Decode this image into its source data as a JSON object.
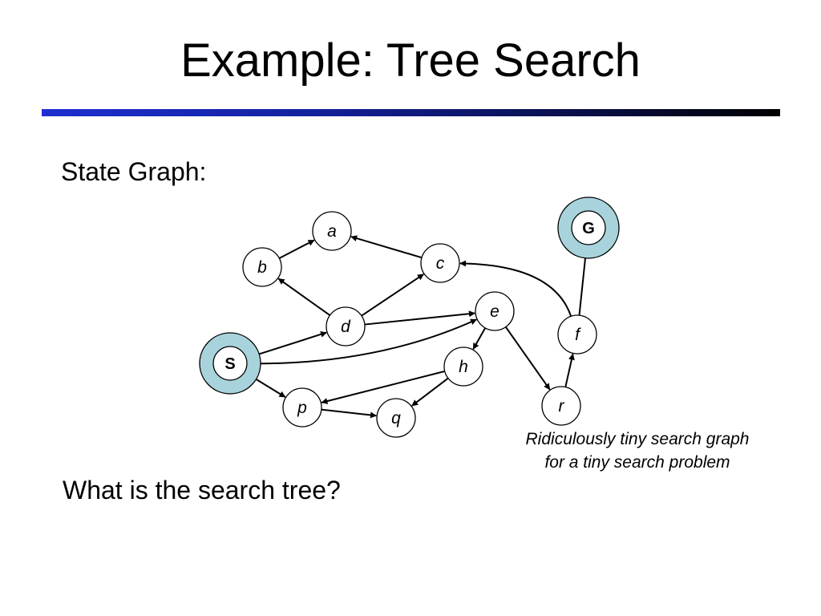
{
  "slide": {
    "title": "Example: Tree Search",
    "subheading": "State Graph:",
    "question": "What is the search tree?",
    "caption": [
      "Ridiculously tiny search graph",
      "for a tiny search problem"
    ]
  },
  "graph": {
    "nodes": [
      {
        "id": "S",
        "label": "S",
        "start": true
      },
      {
        "id": "G",
        "label": "G",
        "goal": true
      },
      {
        "id": "a",
        "label": "a"
      },
      {
        "id": "b",
        "label": "b"
      },
      {
        "id": "c",
        "label": "c"
      },
      {
        "id": "d",
        "label": "d"
      },
      {
        "id": "e",
        "label": "e"
      },
      {
        "id": "f",
        "label": "f"
      },
      {
        "id": "h",
        "label": "h"
      },
      {
        "id": "p",
        "label": "p"
      },
      {
        "id": "q",
        "label": "q"
      },
      {
        "id": "r",
        "label": "r"
      }
    ],
    "edges": [
      {
        "from": "b",
        "to": "a"
      },
      {
        "from": "c",
        "to": "a"
      },
      {
        "from": "d",
        "to": "b"
      },
      {
        "from": "d",
        "to": "c"
      },
      {
        "from": "d",
        "to": "e"
      },
      {
        "from": "S",
        "to": "d"
      },
      {
        "from": "S",
        "to": "e"
      },
      {
        "from": "S",
        "to": "p"
      },
      {
        "from": "e",
        "to": "h"
      },
      {
        "from": "e",
        "to": "r"
      },
      {
        "from": "h",
        "to": "p"
      },
      {
        "from": "h",
        "to": "q"
      },
      {
        "from": "p",
        "to": "q"
      },
      {
        "from": "r",
        "to": "f"
      },
      {
        "from": "f",
        "to": "c"
      },
      {
        "from": "f",
        "to": "G"
      }
    ],
    "colors": {
      "halo": "#a8d3dc",
      "rule_start": "#1f2fd0",
      "rule_end": "#000000"
    }
  }
}
